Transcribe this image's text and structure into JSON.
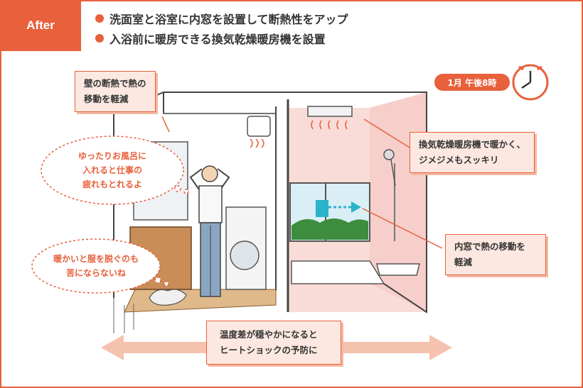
{
  "tag": "After",
  "bullets": [
    "洗面室と浴室に内窓を設置して断熱性をアップ",
    "入浴前に暖房できる換気乾燥暖房機を設置"
  ],
  "time_label": "1月 午後8時",
  "notes": {
    "wall": [
      "壁の断熱で熱の",
      "移動を軽減"
    ],
    "dryer": [
      "換気乾燥暖房機で暖かく、",
      "ジメジメもスッキリ"
    ],
    "window": [
      "内窓で熱の移動を",
      "軽減"
    ],
    "temperature": [
      "温度差が穏やかになると",
      "ヒートショックの予防に"
    ]
  },
  "thoughts": {
    "bath": [
      "ゆったりお風呂に",
      "入れると仕事の",
      "疲れもとれるよ"
    ],
    "undress": [
      "暖かいと服を脱ぐのも",
      "苦にならないね"
    ]
  },
  "colors": {
    "accent": "#e8603c",
    "note_bg": "#fce8e0",
    "bath_wall": "#f9dcd8",
    "floor": "#e0b98a"
  },
  "icons": [
    "clock-icon",
    "heater-icon",
    "ventilation-dryer-icon",
    "shower-icon",
    "washing-machine-icon",
    "airflow-arrow-icon"
  ]
}
